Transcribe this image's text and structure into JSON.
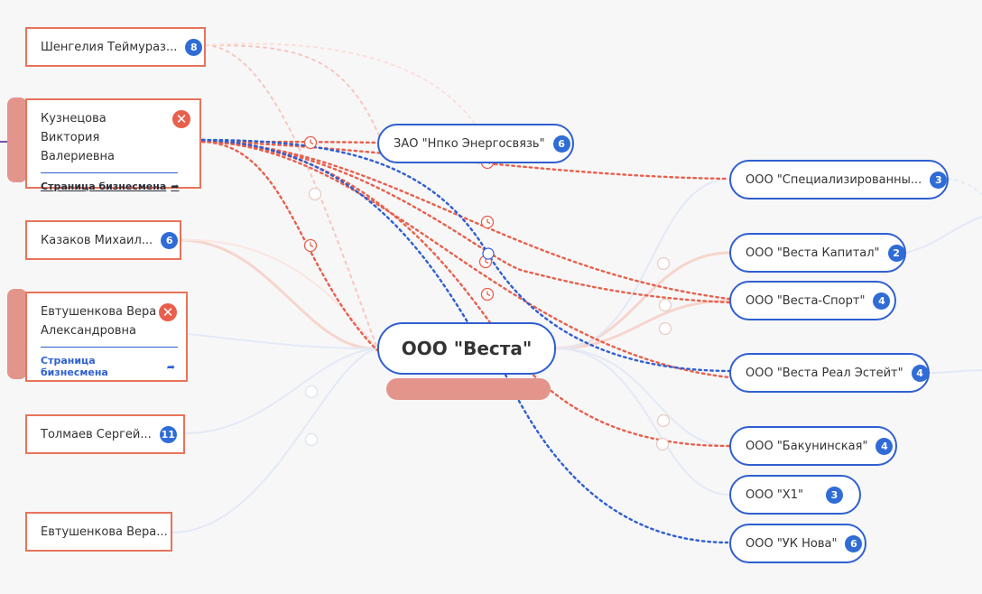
{
  "center": {
    "label": "ООО \"Веста\""
  },
  "persons": [
    {
      "name": "Шенгелия Теймураз...",
      "count": "8"
    },
    {
      "name": "Кузнецова Виктория Валериевна",
      "link": "Страница бизнесмена"
    },
    {
      "name": "Казаков Михаил...",
      "count": "6"
    },
    {
      "name": "Евтушенкова Вера Александровна",
      "link": "Страница бизнесмена"
    },
    {
      "name": "Толмаев Сергей...",
      "count": "11"
    },
    {
      "name": "Евтушенкова Вера..."
    }
  ],
  "companies": [
    {
      "name": "ЗАО \"Нпко Энергосвязь\"",
      "count": "6"
    },
    {
      "name": "ООО \"Специализированны...",
      "count": "3"
    },
    {
      "name": "ООО \"Веста Капитал\"",
      "count": "2"
    },
    {
      "name": "ООО \"Веста-Спорт\"",
      "count": "4"
    },
    {
      "name": "ООО \"Веста Реал Эстейт\"",
      "count": "4"
    },
    {
      "name": "ООО \"Бакунинская\"",
      "count": "4"
    },
    {
      "name": "ООО \"Х1\"",
      "count": "3"
    },
    {
      "name": "ООО \"УК Нова\"",
      "count": "6"
    }
  ],
  "colors": {
    "person_border": "#e8735a",
    "company_border": "#2f5fd0",
    "badge": "#2f6cd6",
    "link_red": "#e8604c",
    "link_blue": "#2f5fd0",
    "highlight": "#e3958c"
  },
  "icons": {
    "close": "close-icon",
    "share": "share-arrow-icon",
    "clock": "clock-icon"
  }
}
